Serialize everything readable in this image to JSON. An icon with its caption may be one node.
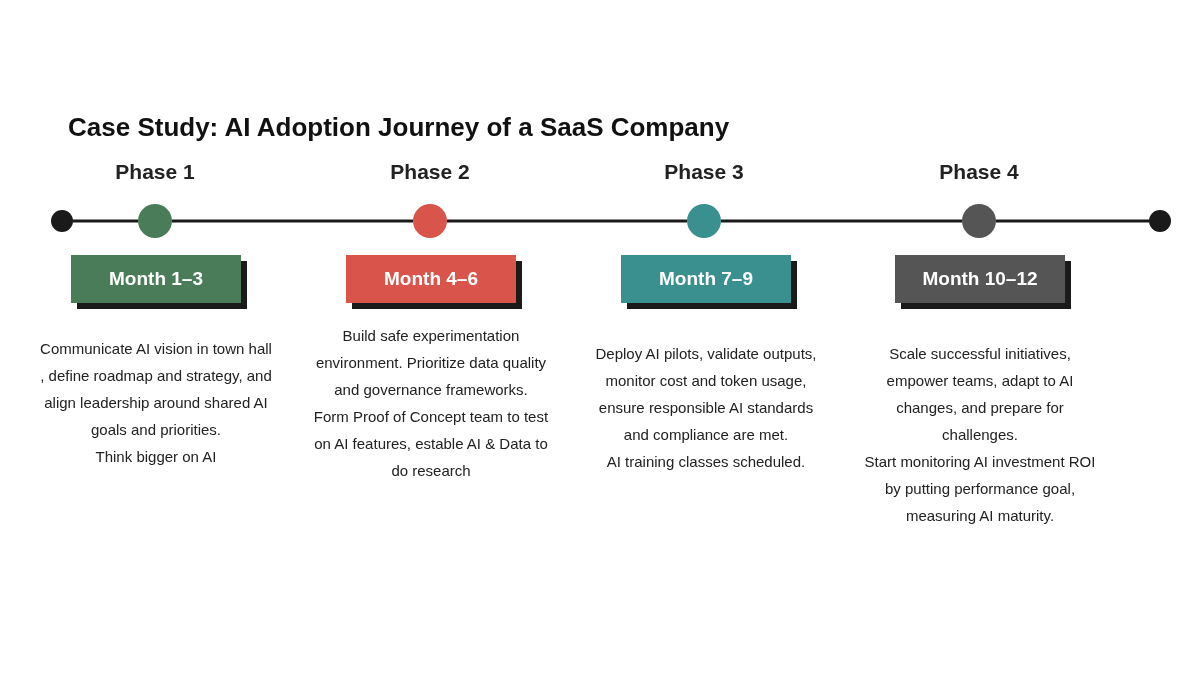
{
  "diagram": {
    "title": "Case Study: AI Adoption Journey of a SaaS Company",
    "nodes": [
      {
        "text": [],
        "shape": "circle"
      },
      {
        "text": [],
        "shape": "circle",
        "beside": [
          "Phase 1"
        ]
      },
      {
        "text": [],
        "shape": "circle",
        "beside": [
          "Phase 2"
        ]
      },
      {
        "text": [],
        "shape": "circle",
        "beside": [
          "Phase 3"
        ]
      },
      {
        "text": [],
        "shape": "circle",
        "beside": [
          "Phase 4"
        ]
      },
      {
        "text": [],
        "shape": "circle"
      },
      {
        "text": [
          "Month 1–3"
        ],
        "beside": [
          "Communicate AI vision in town hall , define roadmap and strategy, and align leadership around shared AI goals and priorities.",
          "Think bigger on AI"
        ]
      },
      {
        "text": [
          "Month 4–6"
        ],
        "beside": [
          "Build safe experimentation environment. Prioritize data quality and governance frameworks.",
          "Form Proof of Concept team to test on AI features, estable AI & Data to do research"
        ]
      },
      {
        "text": [
          "Month 7–9"
        ],
        "beside": [
          "Deploy AI pilots, validate outputs, monitor cost and token usage, ensure responsible AI standards and compliance are met.",
          "AI training classes scheduled."
        ]
      },
      {
        "text": [
          "Month 10–12"
        ],
        "beside": [
          "Scale successful initiatives, empower teams, adapt to AI changes, and prepare for challenges.",
          "Start monitoring AI investment ROI by putting performance goal, measuring AI maturity."
        ]
      }
    ],
    "edges": [
      {
        "from": 0,
        "to": 1,
        "arrow": "none"
      },
      {
        "from": 1,
        "to": 2,
        "arrow": "none"
      },
      {
        "from": 2,
        "to": 3,
        "arrow": "none"
      },
      {
        "from": 3,
        "to": 4,
        "arrow": "none"
      },
      {
        "from": 4,
        "to": 5,
        "arrow": "none"
      }
    ]
  }
}
